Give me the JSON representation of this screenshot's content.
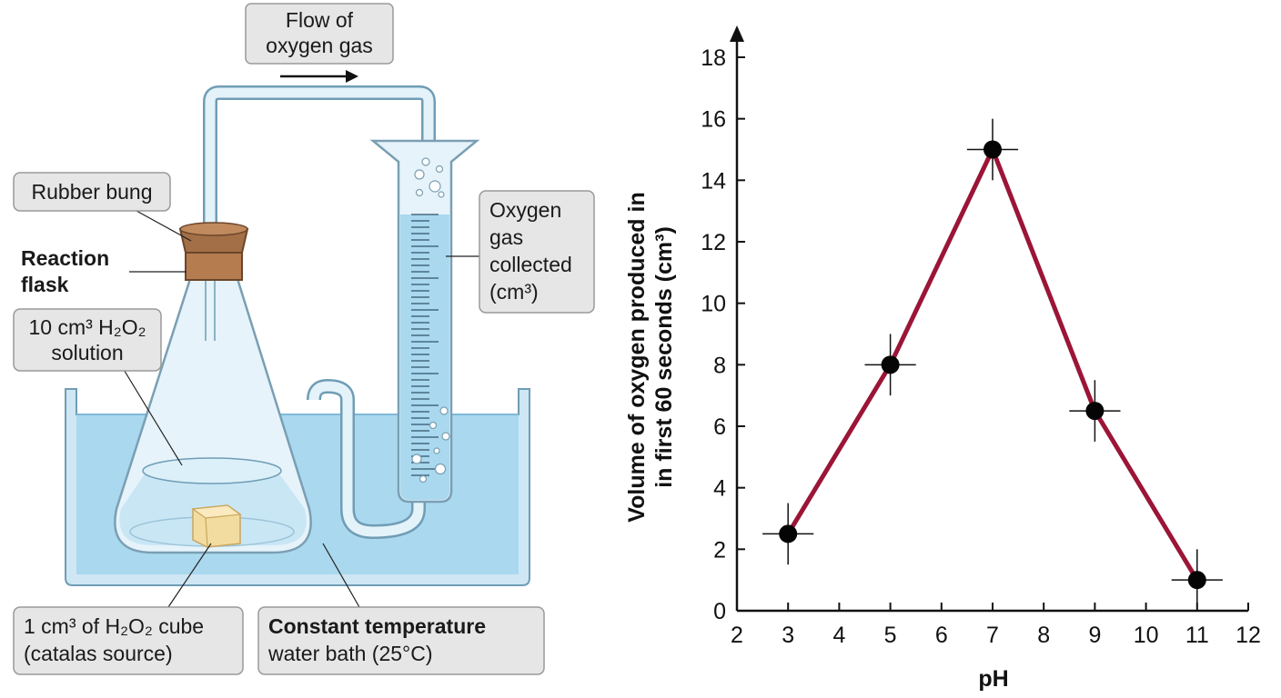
{
  "diagram": {
    "labels": {
      "flow_line1": "Flow of",
      "flow_line2": "oxygen gas",
      "rubber_bung": "Rubber bung",
      "reaction_line1": "Reaction",
      "reaction_line2": "flask",
      "solution_line1": "10 cm³ H₂O₂",
      "solution_line2": "solution",
      "oxygen_line1": "Oxygen",
      "oxygen_line2": "gas",
      "oxygen_line3": "collected",
      "oxygen_line4": "(cm³)",
      "cube_line1": "1 cm³ of H₂O₂ cube",
      "cube_line2": "(catalas source)",
      "bath_line1": "Constant temperature",
      "bath_line2": "water bath (25°C)"
    },
    "colors": {
      "water": "#a9d8ef",
      "glass": "#dbeef8",
      "bung": "#a36f46",
      "cube": "#f3dca0"
    }
  },
  "chart_data": {
    "type": "line",
    "x": [
      3,
      5,
      7,
      9,
      11
    ],
    "series": [
      {
        "values": [
          2.5,
          8,
          15,
          6.5,
          1
        ],
        "color": "#9b1537"
      }
    ],
    "error_bars_y": [
      1.0,
      1.0,
      1.0,
      1.0,
      1.0
    ],
    "error_bars_x": [
      0.5,
      0.5,
      0.5,
      0.5,
      0.5
    ],
    "xlabel": "pH",
    "ylabel_line1": "Volume of oxygen produced in",
    "ylabel_line2": "in first 60 seconds (cm³)",
    "xlim": [
      2,
      12
    ],
    "ylim": [
      0,
      18
    ],
    "xticks": [
      2,
      3,
      4,
      5,
      6,
      7,
      8,
      9,
      10,
      11,
      12
    ],
    "yticks": [
      0,
      2,
      4,
      6,
      8,
      10,
      12,
      14,
      16,
      18
    ],
    "grid": false
  }
}
